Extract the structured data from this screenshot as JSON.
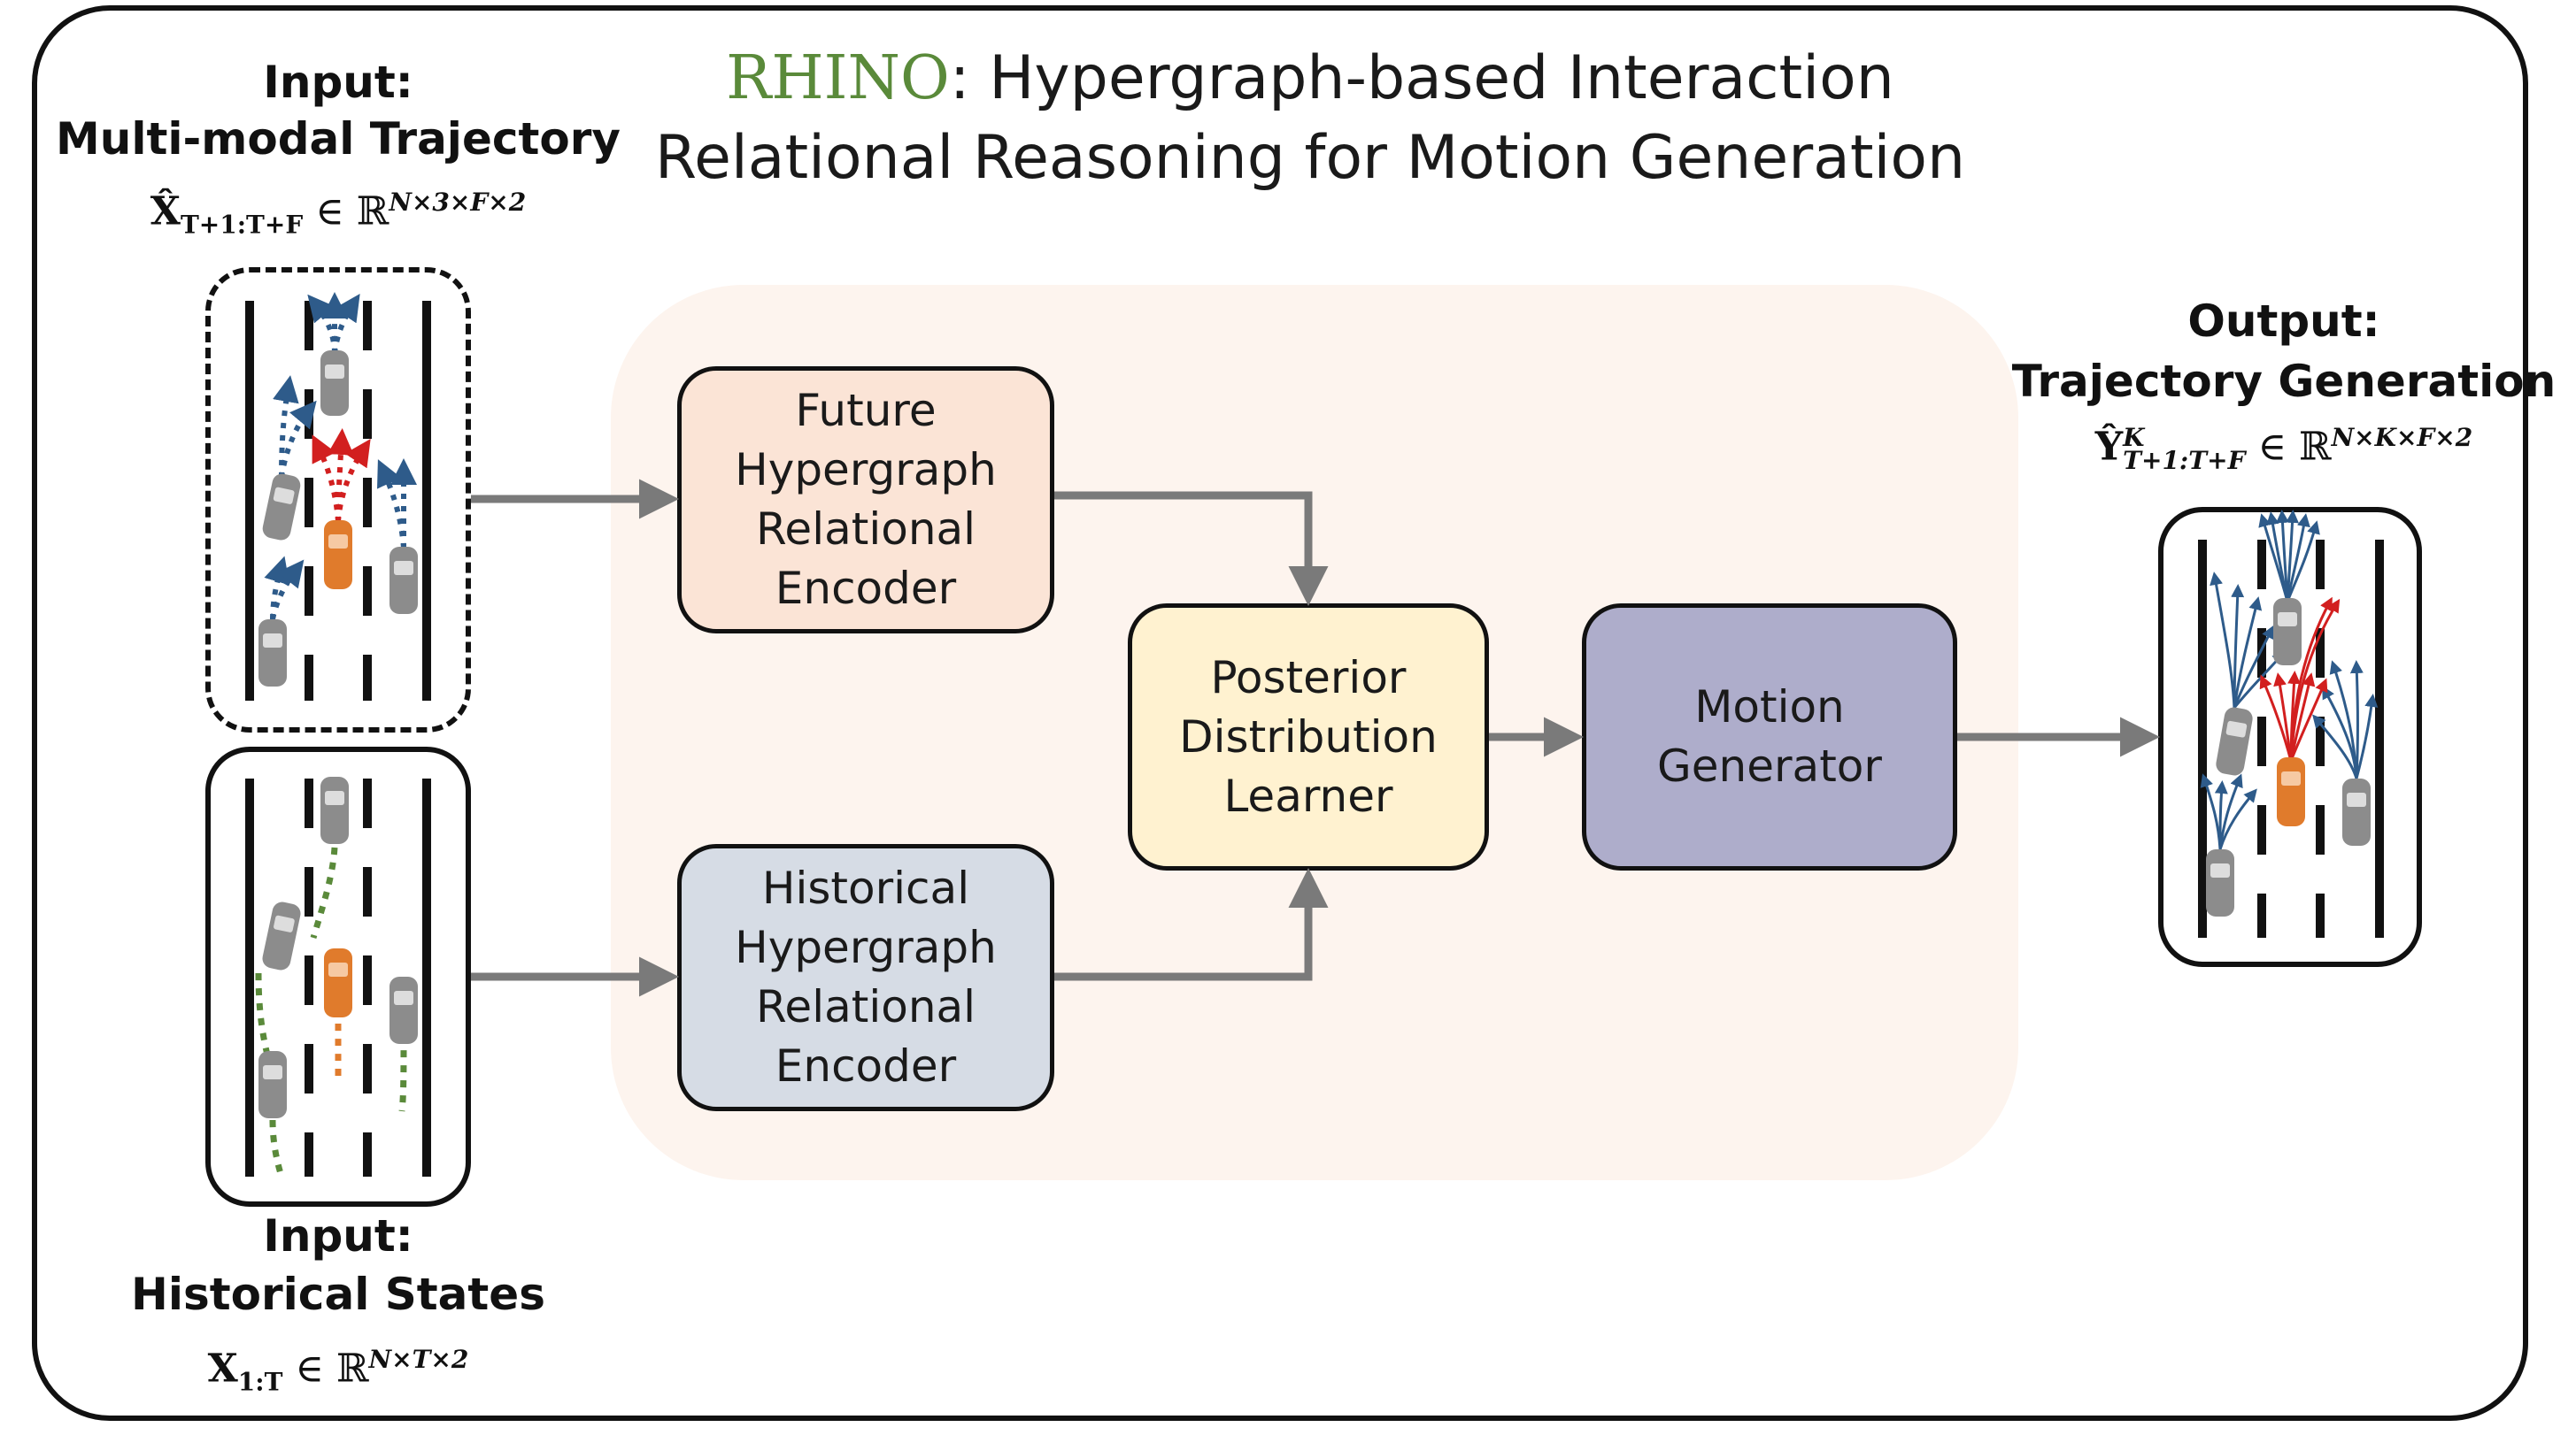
{
  "title": {
    "brand": "RHINO",
    "line1_rest": ": Hypergraph-based Interaction",
    "line2": "Relational Reasoning for Motion Generation"
  },
  "inputs": {
    "future": {
      "heading": "Input:",
      "subheading": "Multi-modal Trajectory",
      "symbol": "X̂",
      "subscript": "T+1:T+F",
      "element_of": "∈ ℝ",
      "superscript": "N×3×F×2"
    },
    "history": {
      "heading": "Input:",
      "subheading": "Historical States",
      "symbol": "X",
      "subscript": "1:T",
      "element_of": "∈ ℝ",
      "superscript": "N×T×2"
    }
  },
  "output": {
    "heading": "Output:",
    "subheading": "Trajectory Generation",
    "symbol": "Ŷ",
    "subscript": "T+1:T+F",
    "superscript_k": "K",
    "element_of": "∈ ℝ",
    "superscript": "N×K×F×2"
  },
  "modules": {
    "future_encoder": "Future\nHypergraph\nRelational\nEncoder",
    "historical_encoder": "Historical\nHypergraph\nRelational\nEncoder",
    "posterior_learner": "Posterior\nDistribution\nLearner",
    "motion_generator": "Motion\nGenerator"
  },
  "colors": {
    "brand": "#5a8a3a",
    "future_encoder": "#fbe4d6",
    "historical_encoder": "#d6dce5",
    "posterior_learner": "#fff2d0",
    "motion_generator": "#aeadcb",
    "panel": "#fdf4ee",
    "arrow": "#7a7a7a",
    "ego_car": "#e07b2c",
    "other_car": "#8c8c8c",
    "future_traj_other": "#2e5b8a",
    "future_traj_ego": "#d21f1f",
    "history_traj": "#5a8a3a"
  },
  "icons": [
    "car-icon",
    "ego-car-icon",
    "trajectory-arrow-icon"
  ]
}
